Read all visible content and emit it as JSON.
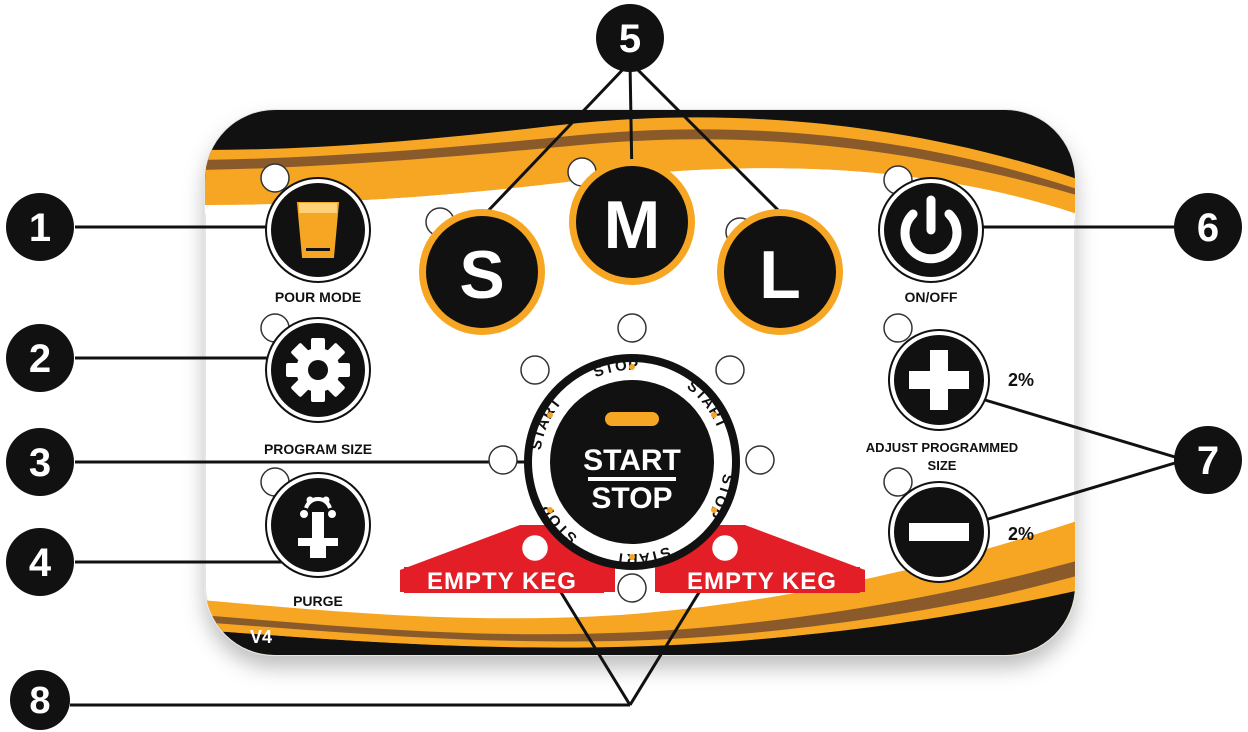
{
  "panel": {
    "version": "V4",
    "buttons": {
      "pour_mode": {
        "label": "POUR MODE",
        "icon": "beer-glass-icon"
      },
      "program_size": {
        "label": "PROGRAM SIZE",
        "icon": "gear-icon"
      },
      "purge": {
        "label": "PURGE",
        "icon": "fountain-icon"
      },
      "small": {
        "letter": "S"
      },
      "medium": {
        "letter": "M"
      },
      "large": {
        "letter": "L"
      },
      "power": {
        "label": "ON/OFF",
        "icon": "power-icon"
      },
      "plus": {
        "pct": "2%",
        "icon": "plus-icon"
      },
      "minus": {
        "pct": "2%",
        "icon": "minus-icon"
      },
      "adjust_label_line1": "ADJUST PROGRAMMED",
      "adjust_label_line2": "SIZE",
      "start_stop": {
        "top": "START",
        "bottom": "STOP"
      }
    },
    "ring_words": [
      "START",
      "STOP",
      "START",
      "STOP",
      "START",
      "STOP"
    ],
    "empty_keg": [
      "EMPTY KEG",
      "EMPTY KEG"
    ]
  },
  "callouts": [
    "1",
    "2",
    "3",
    "4",
    "5",
    "6",
    "7",
    "8"
  ],
  "colors": {
    "accent": "#f6a623",
    "dark": "#111111",
    "keg_red": "#e41e26",
    "brown": "#8a5a2b"
  }
}
